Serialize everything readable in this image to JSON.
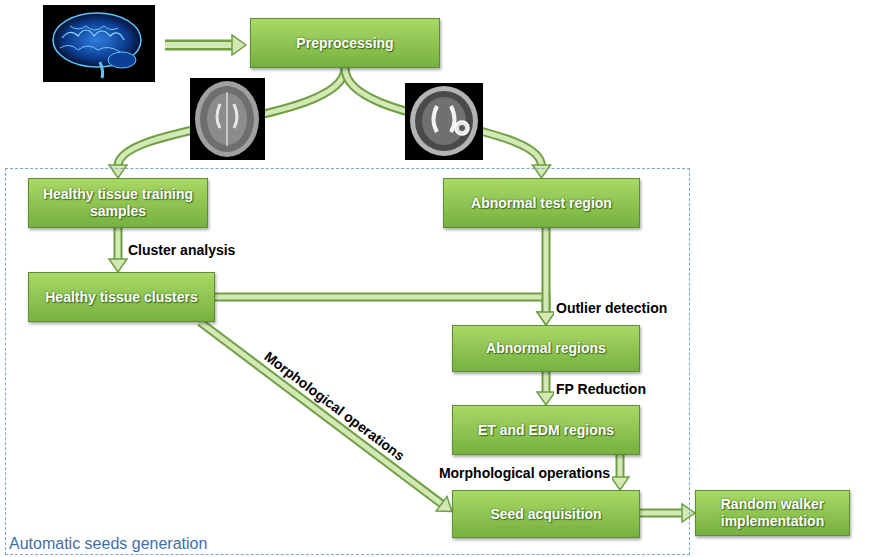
{
  "diagram": {
    "nodes": [
      {
        "text": [
          "Preprocessing"
        ]
      },
      {
        "text": [
          "Automatic seeds generation"
        ]
      },
      {
        "text": [
          "Healthy tissue training samples"
        ],
        "in": 1
      },
      {
        "text": [
          "Abnormal test region"
        ],
        "in": 1
      },
      {
        "text": [
          "Healthy tissue clusters"
        ],
        "in": 1
      },
      {
        "text": [
          "Abnormal regions"
        ],
        "in": 1
      },
      {
        "text": [
          "ET and EDM regions"
        ],
        "in": 1
      },
      {
        "text": [
          "Seed acquisition"
        ],
        "in": 1
      },
      {
        "text": [
          "Random walker implementation"
        ]
      }
    ],
    "edges": [
      {
        "from": 0,
        "to": 2,
        "arrow": "to"
      },
      {
        "from": 0,
        "to": 3,
        "arrow": "to"
      },
      {
        "from": 2,
        "to": 4,
        "label": "Cluster analysis",
        "arrow": "to"
      },
      {
        "from": 4,
        "to": 5,
        "label": "Outlier detection",
        "arrow": "to"
      },
      {
        "from": 3,
        "to": 5,
        "arrow": "to"
      },
      {
        "from": 5,
        "to": 6,
        "label": "FP Reduction",
        "arrow": "to"
      },
      {
        "from": 4,
        "to": 7,
        "label": "Morphological operations",
        "arrow": "to"
      },
      {
        "from": 6,
        "to": 7,
        "label": "Morphological operations",
        "arrow": "to"
      },
      {
        "from": 7,
        "to": 8,
        "arrow": "to"
      }
    ]
  }
}
